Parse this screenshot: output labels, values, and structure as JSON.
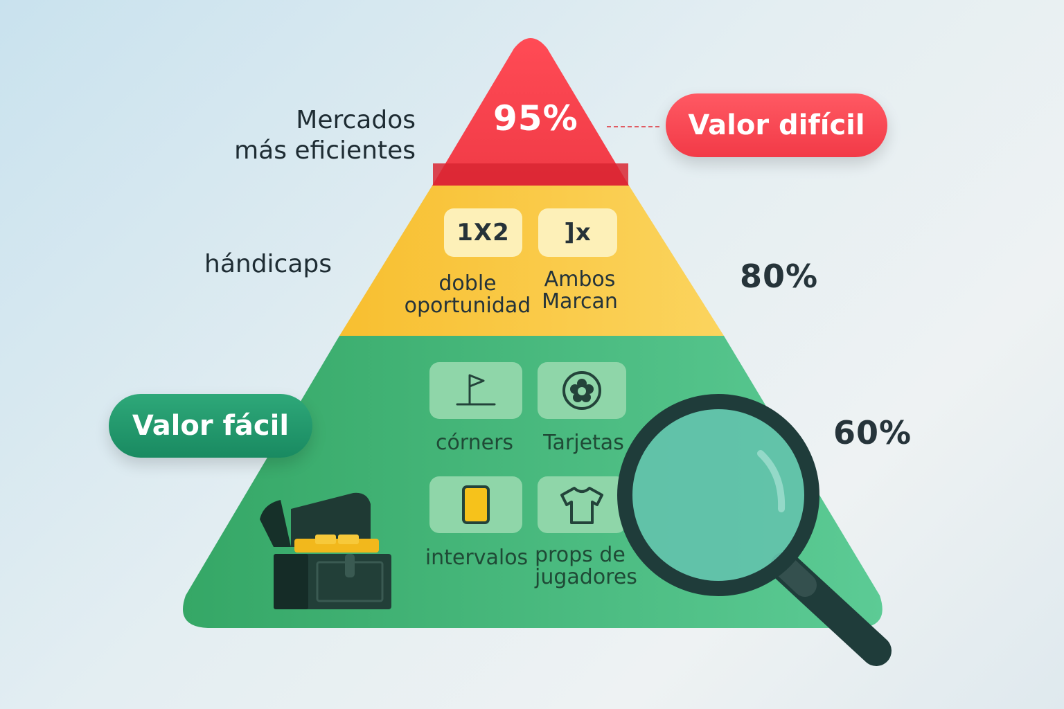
{
  "pyramid": {
    "top": {
      "percent": "95%",
      "side_label_line1": "Mercados",
      "side_label_line2": "más eficientes",
      "pill": "Valor difícil",
      "color": "#f23a47"
    },
    "middle": {
      "percent": "80%",
      "side_label": "hándicaps",
      "color": "#f8c23a",
      "markets": [
        {
          "tile_text": "1X2",
          "label_line1": "doble",
          "label_line2": "oportunidad"
        },
        {
          "tile_text": "]x",
          "label_line1": "Ambos",
          "label_line2": "Marcan"
        }
      ]
    },
    "bottom": {
      "percent": "60%",
      "pill": "Valor fácil",
      "color": "#3daa6e",
      "markets": [
        {
          "icon": "flag-icon",
          "label": "córners"
        },
        {
          "icon": "flower-icon",
          "label": "Tarjetas"
        },
        {
          "icon": "card-icon",
          "label": "intervalos"
        },
        {
          "icon": "shirt-icon",
          "label_line1": "props de",
          "label_line2": "jugadores"
        }
      ]
    }
  },
  "decorations": {
    "treasure": "treasure-chest-icon",
    "magnifier": "magnifying-glass-icon"
  }
}
